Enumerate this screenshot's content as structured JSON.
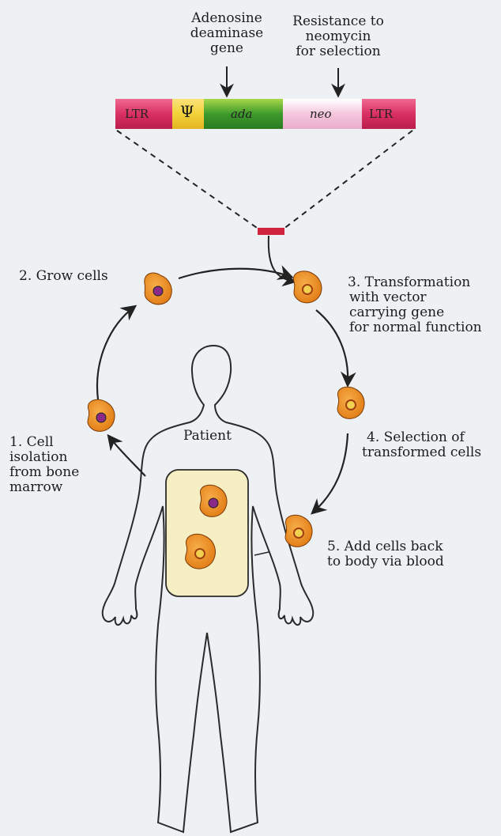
{
  "gene_labels": {
    "ada_gene": [
      "Adenosine",
      "deaminase",
      "gene"
    ],
    "neo_gene": [
      "Resistance to",
      "neomycin",
      "for selection"
    ]
  },
  "vector": {
    "ltr_left": "LTR",
    "psi": "Ψ",
    "ada": "ada",
    "neo": "neo",
    "ltr_right": "LTR"
  },
  "steps": {
    "step1": [
      "1.  Cell",
      "isolation",
      "from bone",
      "marrow"
    ],
    "step2": "2.  Grow cells",
    "step3": [
      "3.  Transformation",
      "with vector",
      "carrying gene",
      "for normal function"
    ],
    "step4": [
      "4.  Selection of",
      "transformed cells"
    ],
    "step5": [
      "5.  Add cells back",
      "to body via blood"
    ]
  },
  "patient_label": "Patient",
  "colors": {
    "ltr": "#d92f62",
    "psi": "#f2d23a",
    "ada": "#3d9a2c",
    "neo": "#f4c6dc",
    "cell": "#f08a1c",
    "nucleus": "#8a2a86",
    "organ": "#f7efc4",
    "outline": "#2a2a2a"
  }
}
